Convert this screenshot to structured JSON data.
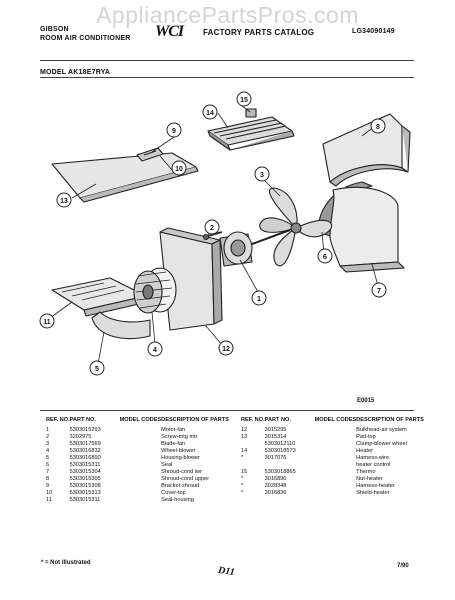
{
  "watermark": "AppliancePartsPros.com",
  "header": {
    "brand": "GIBSON",
    "product_type": "ROOM AIR CONDITIONER",
    "logo": "WCI",
    "catalog_title": "FACTORY PARTS CATALOG",
    "catalog_number": "LG34090149",
    "model_label": "MODEL AK18E7RYA"
  },
  "diagram": {
    "code": "E0015",
    "callouts": [
      "1",
      "2",
      "3",
      "4",
      "5",
      "6",
      "7",
      "8",
      "9",
      "10",
      "11",
      "12",
      "13",
      "14",
      "15"
    ]
  },
  "table_headers": {
    "ref_no": "REF. NO.",
    "part_no": "PART NO.",
    "model_codes": "MODEL CODES",
    "description": "DESCRIPTION OF PARTS"
  },
  "parts_left": [
    {
      "ref": "1",
      "part": "5303015293",
      "model": "",
      "desc": "Motor-fan"
    },
    {
      "ref": "2",
      "part": "3202975",
      "model": "",
      "desc": "Screw-mtg mtr"
    },
    {
      "ref": "3",
      "part": "5303017569",
      "model": "",
      "desc": "Blade-fan"
    },
    {
      "ref": "4",
      "part": "5303016832",
      "model": "",
      "desc": "Wheel-blower"
    },
    {
      "ref": "5",
      "part": "5303016890",
      "model": "",
      "desc": "Housing-blower"
    },
    {
      "ref": "6",
      "part": "5303015311",
      "model": "",
      "desc": "Seal"
    },
    {
      "ref": "7",
      "part": "5303015304",
      "model": "",
      "desc": "Shroud-cond lwr"
    },
    {
      "ref": "8",
      "part": "5303015305",
      "model": "",
      "desc": "Shroud-cond upper"
    },
    {
      "ref": "9",
      "part": "5303015308",
      "model": "",
      "desc": "Bracket-shroud"
    },
    {
      "ref": "10",
      "part": "5303015313",
      "model": "",
      "desc": "Cover-top"
    },
    {
      "ref": "11",
      "part": "5303015311",
      "model": "",
      "desc": "Seal-housing"
    }
  ],
  "parts_right": [
    {
      "ref": "12",
      "part": "3015295",
      "model": "",
      "desc": "Bulkhead-air system"
    },
    {
      "ref": "13",
      "part": "3015314",
      "model": "",
      "desc": "Pad-top"
    },
    {
      "ref": "",
      "part": "5303012110",
      "model": "",
      "desc": "Clamp-blower wheel"
    },
    {
      "ref": "14",
      "part": "5303018573",
      "model": "",
      "desc": "Heater"
    },
    {
      "ref": "*",
      "part": "3017076",
      "model": "",
      "desc": "Harness-wire"
    },
    {
      "ref": "",
      "part": "",
      "model": "",
      "desc": "heater control"
    },
    {
      "ref": "15",
      "part": "5303018865",
      "model": "",
      "desc": "Thermo"
    },
    {
      "ref": "*",
      "part": "3016896",
      "model": "",
      "desc": "Nut-heater"
    },
    {
      "ref": "*",
      "part": "3028348",
      "model": "",
      "desc": "Harness-heater"
    },
    {
      "ref": "*",
      "part": "3016836",
      "model": "",
      "desc": "Shield-heater"
    }
  ],
  "footer": {
    "note": "* = Not Illustrated",
    "page": "D11",
    "date": "7/90"
  }
}
